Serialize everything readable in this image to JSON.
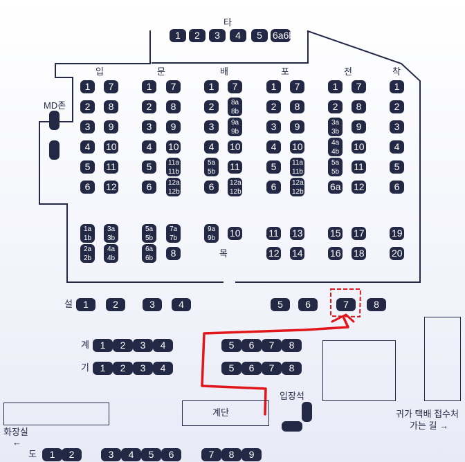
{
  "stage_top": {
    "label": "타",
    "blocks": [
      "1",
      "2",
      "3",
      "4",
      "5",
      "6a6b"
    ]
  },
  "column_headers": [
    "입",
    "문",
    "배",
    "포",
    "전",
    "착"
  ],
  "md_zone": {
    "label": "MD존"
  },
  "main_columns": [
    {
      "id": "c1",
      "upper": [
        "1",
        "2",
        "3",
        "4",
        "5",
        "6"
      ],
      "lower": [
        "1a\n1b",
        "2a\n2b"
      ]
    },
    {
      "id": "c2",
      "upper": [
        "7",
        "8",
        "9",
        "10",
        "11",
        "12"
      ],
      "lower": [
        "3a\n3b",
        "4a\n4b"
      ]
    },
    {
      "id": "c3",
      "upper": [
        "1",
        "2",
        "3",
        "4",
        "5",
        "6"
      ],
      "lower": [
        "5a\n5b",
        "6a\n6b"
      ]
    },
    {
      "id": "c4",
      "upper": [
        "7",
        "8",
        "9",
        "10",
        "11a\n11b",
        "12a\n12b"
      ],
      "lower": [
        "7a\n7b",
        "8"
      ]
    },
    {
      "id": "c5",
      "upper": [
        "1",
        "2",
        "3",
        "4",
        "5a\n5b",
        "6"
      ],
      "lower": [
        "9a\n9b"
      ]
    },
    {
      "id": "c6",
      "upper": [
        "7",
        "8a\n8b",
        "9a\n9b",
        "10",
        "11",
        "12a\n12b"
      ],
      "lower": [
        "10"
      ]
    },
    {
      "id": "c7",
      "upper": [
        "1",
        "2",
        "3",
        "4",
        "5",
        "6"
      ],
      "lower": [
        "11",
        "12"
      ]
    },
    {
      "id": "c8",
      "upper": [
        "7",
        "8",
        "9",
        "10",
        "11a\n11b",
        "12a\n12b"
      ],
      "lower": [
        "13",
        "14"
      ]
    },
    {
      "id": "c9",
      "upper": [
        "1",
        "2",
        "3a\n3b",
        "4a\n4b",
        "5a\n5b",
        "6a"
      ],
      "lower": [
        "15",
        "16"
      ]
    },
    {
      "id": "c10",
      "upper": [
        "7",
        "8",
        "9",
        "10",
        "11",
        "12"
      ],
      "lower": [
        "17",
        "18"
      ]
    },
    {
      "id": "c11",
      "upper": [
        "1",
        "2",
        "3",
        "4",
        "5",
        "6"
      ],
      "lower": [
        "19",
        "20"
      ]
    }
  ],
  "floor_label": "목",
  "seol_row": {
    "label": "설",
    "blocks": [
      "1",
      "2",
      "3",
      "4",
      "5",
      "6",
      "7",
      "8"
    ],
    "highlighted": "7"
  },
  "gye_row": {
    "label": "계",
    "blocks": [
      "1",
      "2",
      "3",
      "4",
      "5",
      "6",
      "7",
      "8"
    ]
  },
  "gi_row": {
    "label": "기",
    "blocks": [
      "1",
      "2",
      "3",
      "4",
      "5",
      "6",
      "7",
      "8"
    ]
  },
  "do_row": {
    "label": "도",
    "blocks": [
      "1",
      "2",
      "3",
      "4",
      "5",
      "6",
      "7",
      "8",
      "9"
    ]
  },
  "stairs": "계단",
  "entrance_seats": "입장석",
  "restroom": {
    "label": "화장실",
    "arrow": "←"
  },
  "delivery": {
    "line1": "귀가 택배 접수처",
    "line2": "가는 길 →"
  },
  "colors": {
    "block": "#232845",
    "route": "#e0161b",
    "background": "#f4f5fb"
  }
}
